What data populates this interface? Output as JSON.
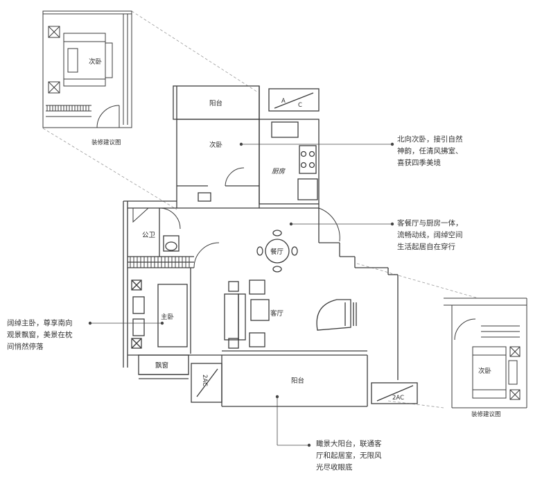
{
  "rooms": {
    "balcony_north": "阳台",
    "bedroom_north": "次卧",
    "kitchen": "厨房",
    "bathroom": "公卫",
    "dining": "餐厅",
    "living": "客厅",
    "master_bedroom": "主卧",
    "bay_window": "飘窗",
    "balcony_south": "阳台",
    "ac_box_top_a": "A",
    "ac_box_top_c": "C",
    "ac_left": "2AC",
    "ac_right": "2AC"
  },
  "insets": {
    "top_left": {
      "room": "次卧",
      "caption": "装修建议图"
    },
    "right": {
      "room": "次卧",
      "caption": "装修建议图"
    }
  },
  "callouts": {
    "north_bedroom": [
      "北向次卧，接引自然",
      "神韵，任清风拂室、",
      "喜获四季美境"
    ],
    "dining_kitchen": [
      "客餐厅与厨房一体，",
      "流畅动线，阔绰空间",
      "生活起居自在穿行"
    ],
    "master_bedroom": [
      "阔绰主卧，尊享南向",
      "观景飘窗，美景在枕",
      "间悄然停落"
    ],
    "south_balcony": [
      "瞰景大阳台，联通客",
      "厅和起居室，无限风",
      "光尽收眼底"
    ]
  },
  "colors": {
    "line": "#3a3a3a",
    "thin": "#8a8a8a",
    "background": "#ffffff"
  }
}
